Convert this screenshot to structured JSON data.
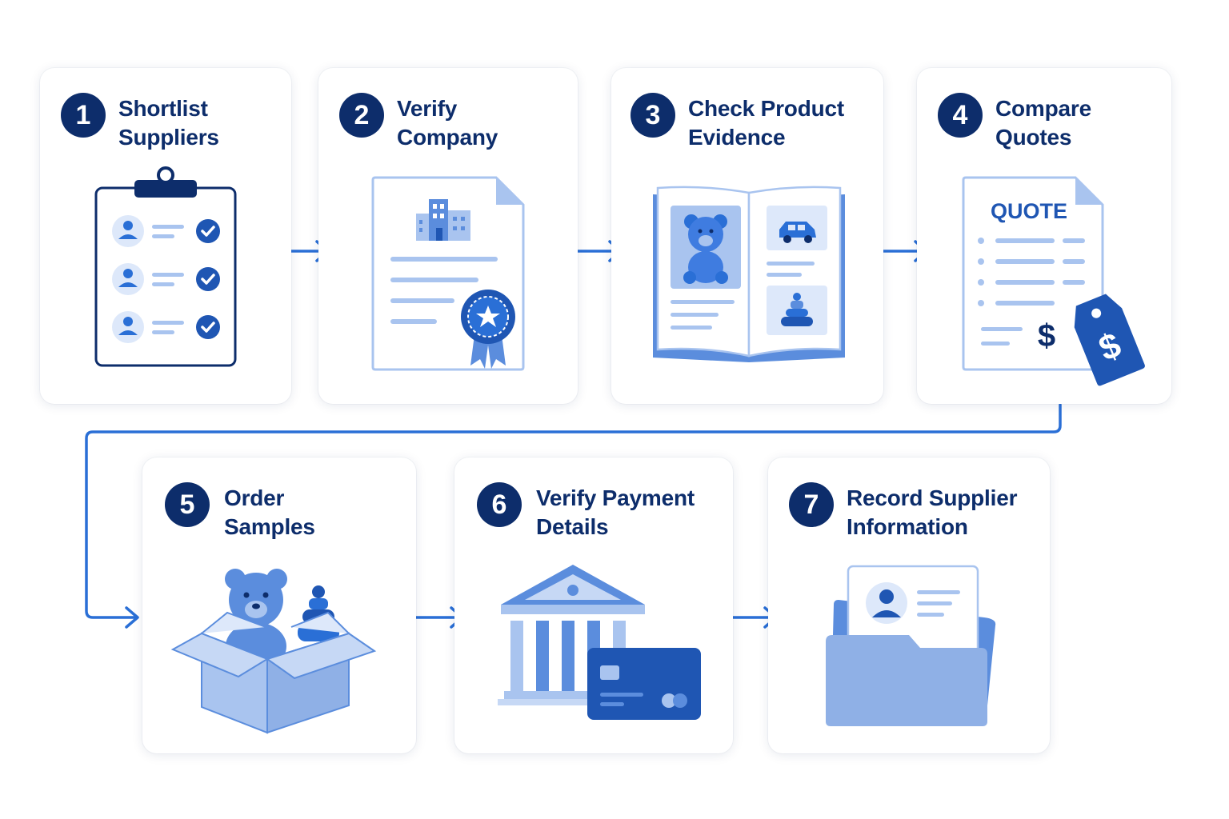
{
  "steps": [
    {
      "number": "1",
      "title_lines": [
        "Shortlist",
        "Suppliers"
      ],
      "icon": "clipboard-checklist-icon"
    },
    {
      "number": "2",
      "title_lines": [
        "Verify",
        "Company"
      ],
      "icon": "company-certificate-icon"
    },
    {
      "number": "3",
      "title_lines": [
        "Check Product",
        "Evidence"
      ],
      "icon": "product-catalog-icon"
    },
    {
      "number": "4",
      "title_lines": [
        "Compare",
        "Quotes"
      ],
      "icon": "quote-document-icon",
      "quote_label": "QUOTE"
    },
    {
      "number": "5",
      "title_lines": [
        "Order",
        "Samples"
      ],
      "icon": "sample-box-icon"
    },
    {
      "number": "6",
      "title_lines": [
        "Verify Payment",
        "Details"
      ],
      "icon": "bank-card-icon"
    },
    {
      "number": "7",
      "title_lines": [
        "Record Supplier",
        "Information"
      ],
      "icon": "supplier-folder-icon"
    }
  ],
  "colors": {
    "dark_navy": "#0d2d6b",
    "accent_blue": "#2a6fd6",
    "mid_blue": "#5b8ddd",
    "light_blue": "#a9c4ef",
    "pale_blue": "#dde8fa"
  }
}
